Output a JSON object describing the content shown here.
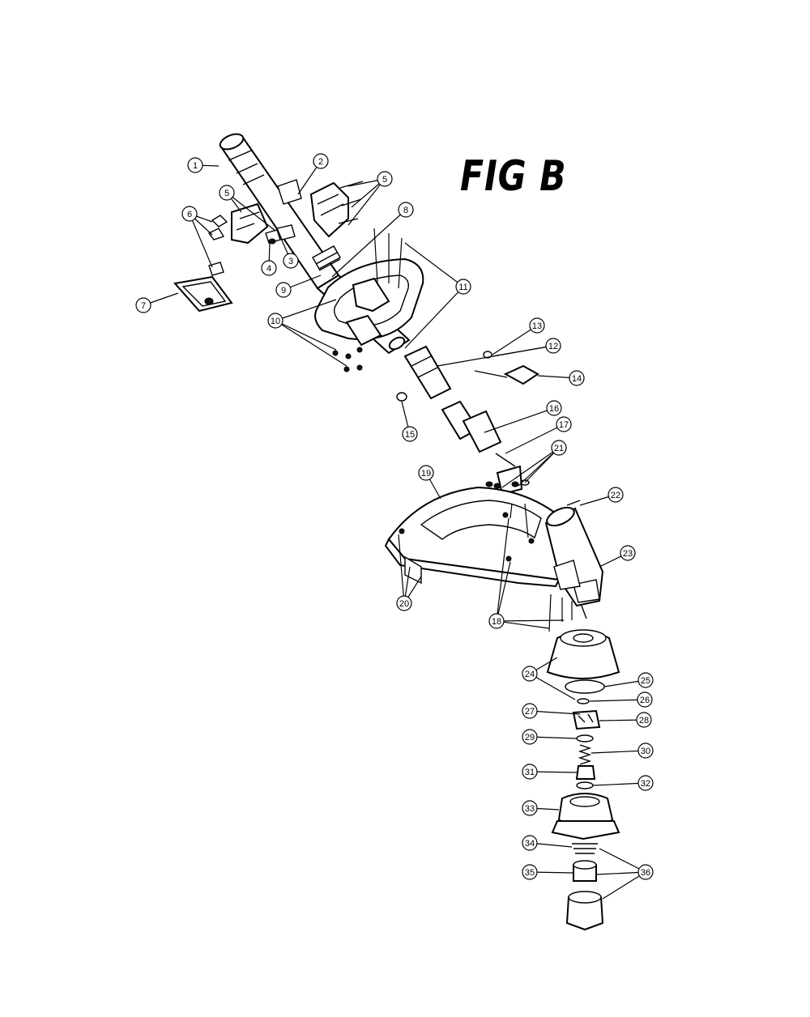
{
  "figure": {
    "title": "FIG B"
  },
  "callouts": [
    {
      "label": "1"
    },
    {
      "label": "2"
    },
    {
      "label": "3"
    },
    {
      "label": "4"
    },
    {
      "label": "5"
    },
    {
      "label": "5"
    },
    {
      "label": "6"
    },
    {
      "label": "7"
    },
    {
      "label": "8"
    },
    {
      "label": "9"
    },
    {
      "label": "10"
    },
    {
      "label": "11"
    },
    {
      "label": "12"
    },
    {
      "label": "13"
    },
    {
      "label": "14"
    },
    {
      "label": "15"
    },
    {
      "label": "16"
    },
    {
      "label": "17"
    },
    {
      "label": "18"
    },
    {
      "label": "19"
    },
    {
      "label": "20"
    },
    {
      "label": "21"
    },
    {
      "label": "22"
    },
    {
      "label": "23"
    },
    {
      "label": "24"
    },
    {
      "label": "25"
    },
    {
      "label": "26"
    },
    {
      "label": "27"
    },
    {
      "label": "28"
    },
    {
      "label": "29"
    },
    {
      "label": "30"
    },
    {
      "label": "31"
    },
    {
      "label": "32"
    },
    {
      "label": "33"
    },
    {
      "label": "34"
    },
    {
      "label": "35"
    },
    {
      "label": "36"
    }
  ]
}
